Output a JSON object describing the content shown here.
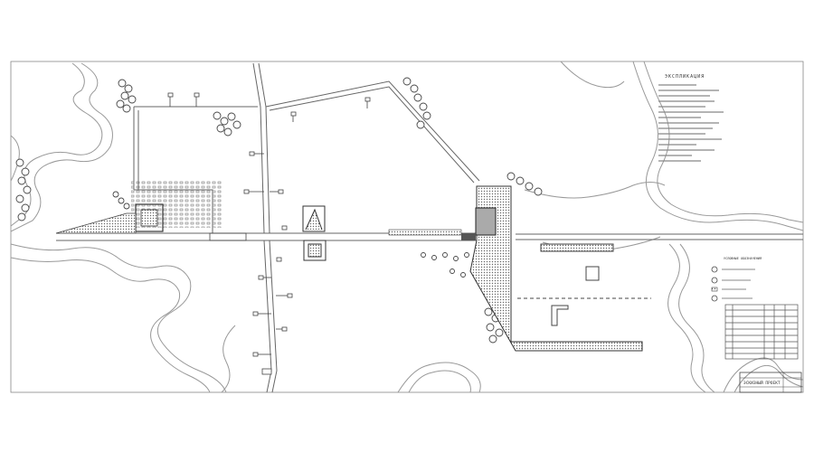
{
  "drawing": {
    "explication_title": "ЭКСПЛИКАЦИЯ",
    "legend_title": "УСЛОВНЫЕ ОБОЗНАЧЕНИЯ",
    "title_block_heading": "ЭСКИЗНЫЙ ПРОЕКТ",
    "colors": {
      "line": "#555555",
      "dark": "#333333",
      "hatch": "#999999",
      "paper": "#ffffff"
    }
  }
}
